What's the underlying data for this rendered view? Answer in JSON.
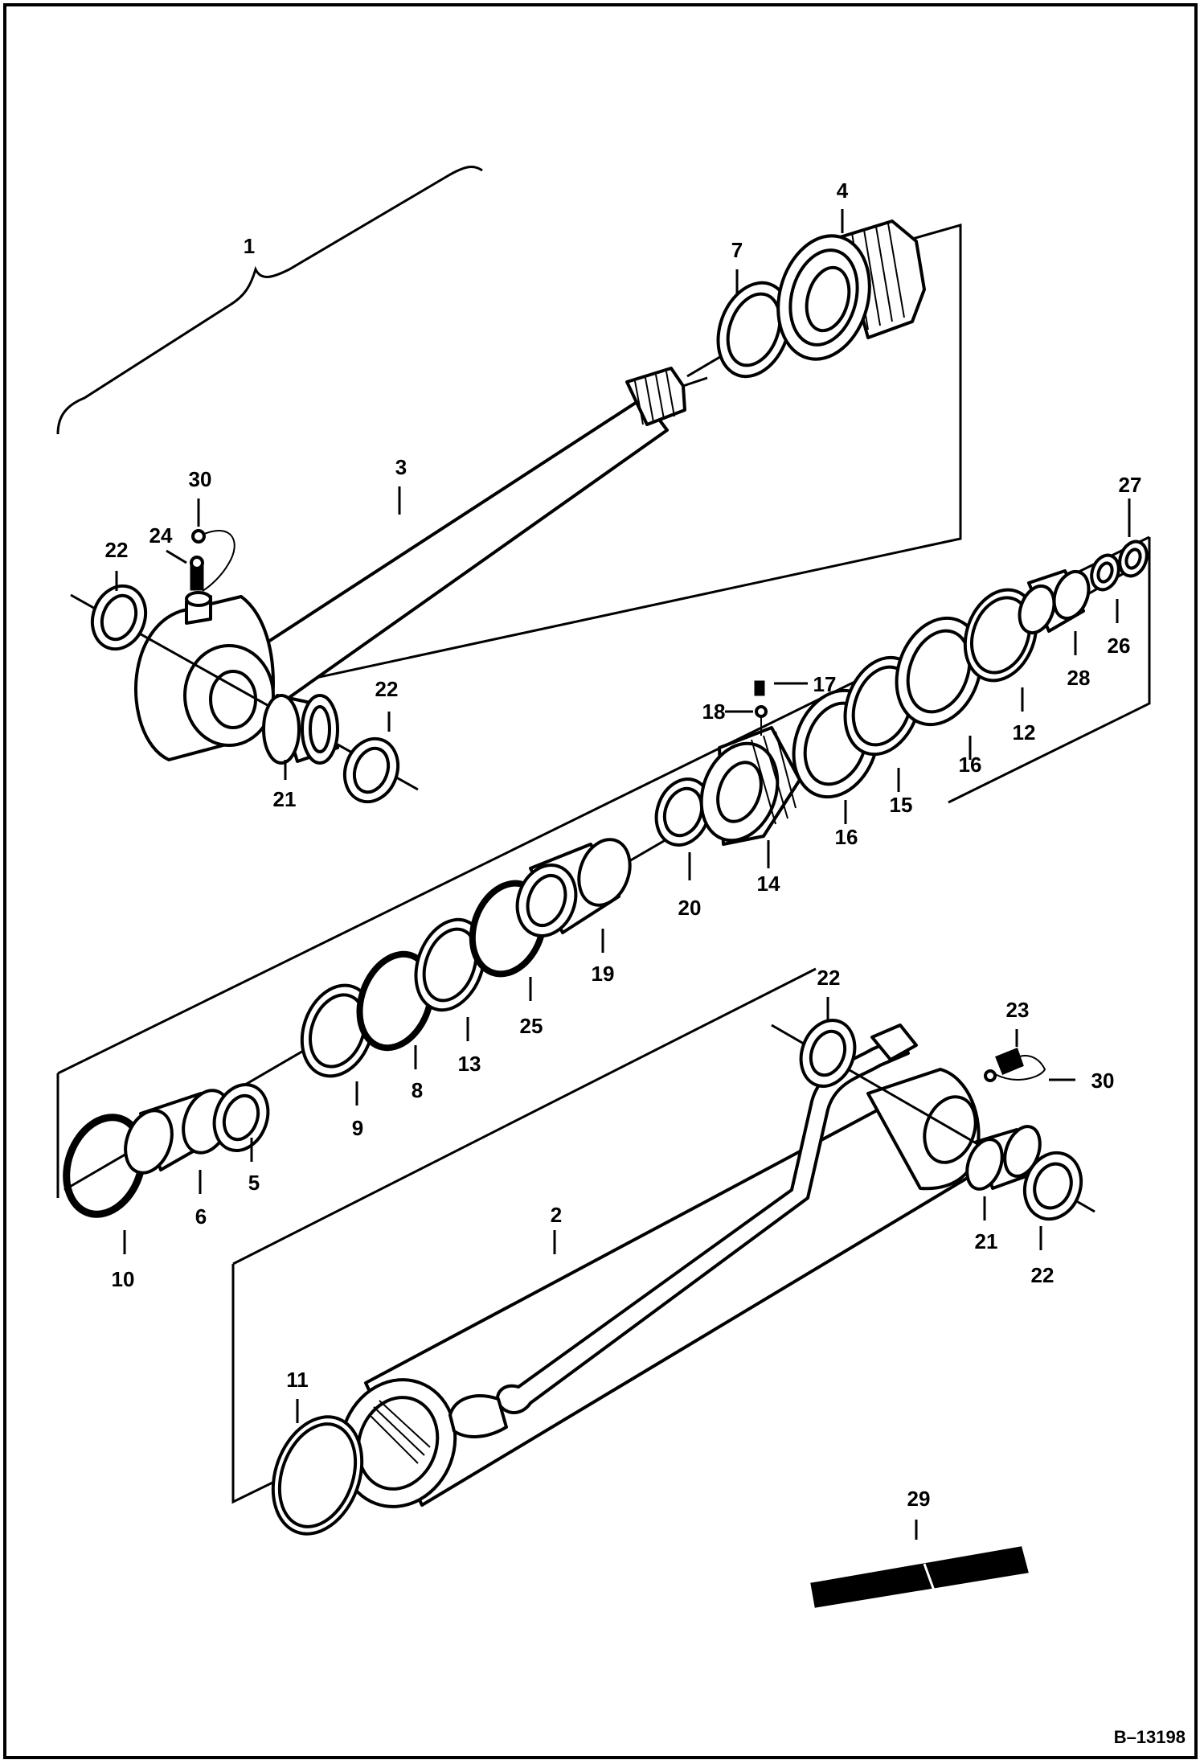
{
  "reference_number": "B–13198",
  "callouts": {
    "c1": "1",
    "c2": "2",
    "c3": "3",
    "c4": "4",
    "c5": "5",
    "c6": "6",
    "c7": "7",
    "c8": "8",
    "c9": "9",
    "c10": "10",
    "c11": "11",
    "c12": "12",
    "c13": "13",
    "c14": "14",
    "c15": "15",
    "c16a": "16",
    "c16b": "16",
    "c17": "17",
    "c18": "18",
    "c19": "19",
    "c20": "20",
    "c21a": "21",
    "c21b": "21",
    "c22a": "22",
    "c22b": "22",
    "c22c": "22",
    "c22d": "22",
    "c23": "23",
    "c24": "24",
    "c25": "25",
    "c26": "26",
    "c27": "27",
    "c28": "28",
    "c29": "29",
    "c30a": "30",
    "c30b": "30"
  }
}
